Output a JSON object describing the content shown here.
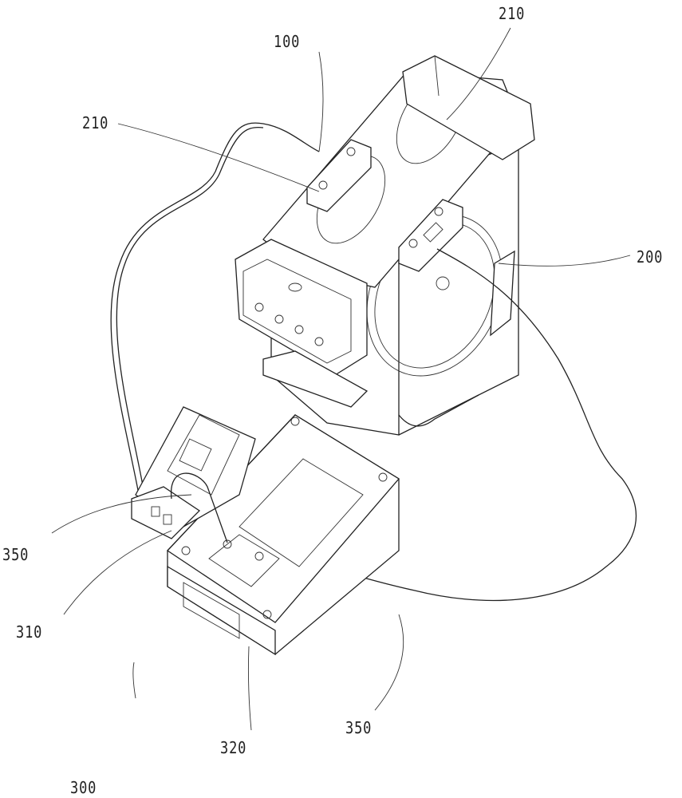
{
  "labels": {
    "part_210_top": "210",
    "part_100": "100",
    "part_210_left": "210",
    "part_200": "200",
    "part_350_left": "350",
    "part_310": "310",
    "part_300": "300",
    "part_320": "320",
    "part_350_bottom": "350"
  }
}
